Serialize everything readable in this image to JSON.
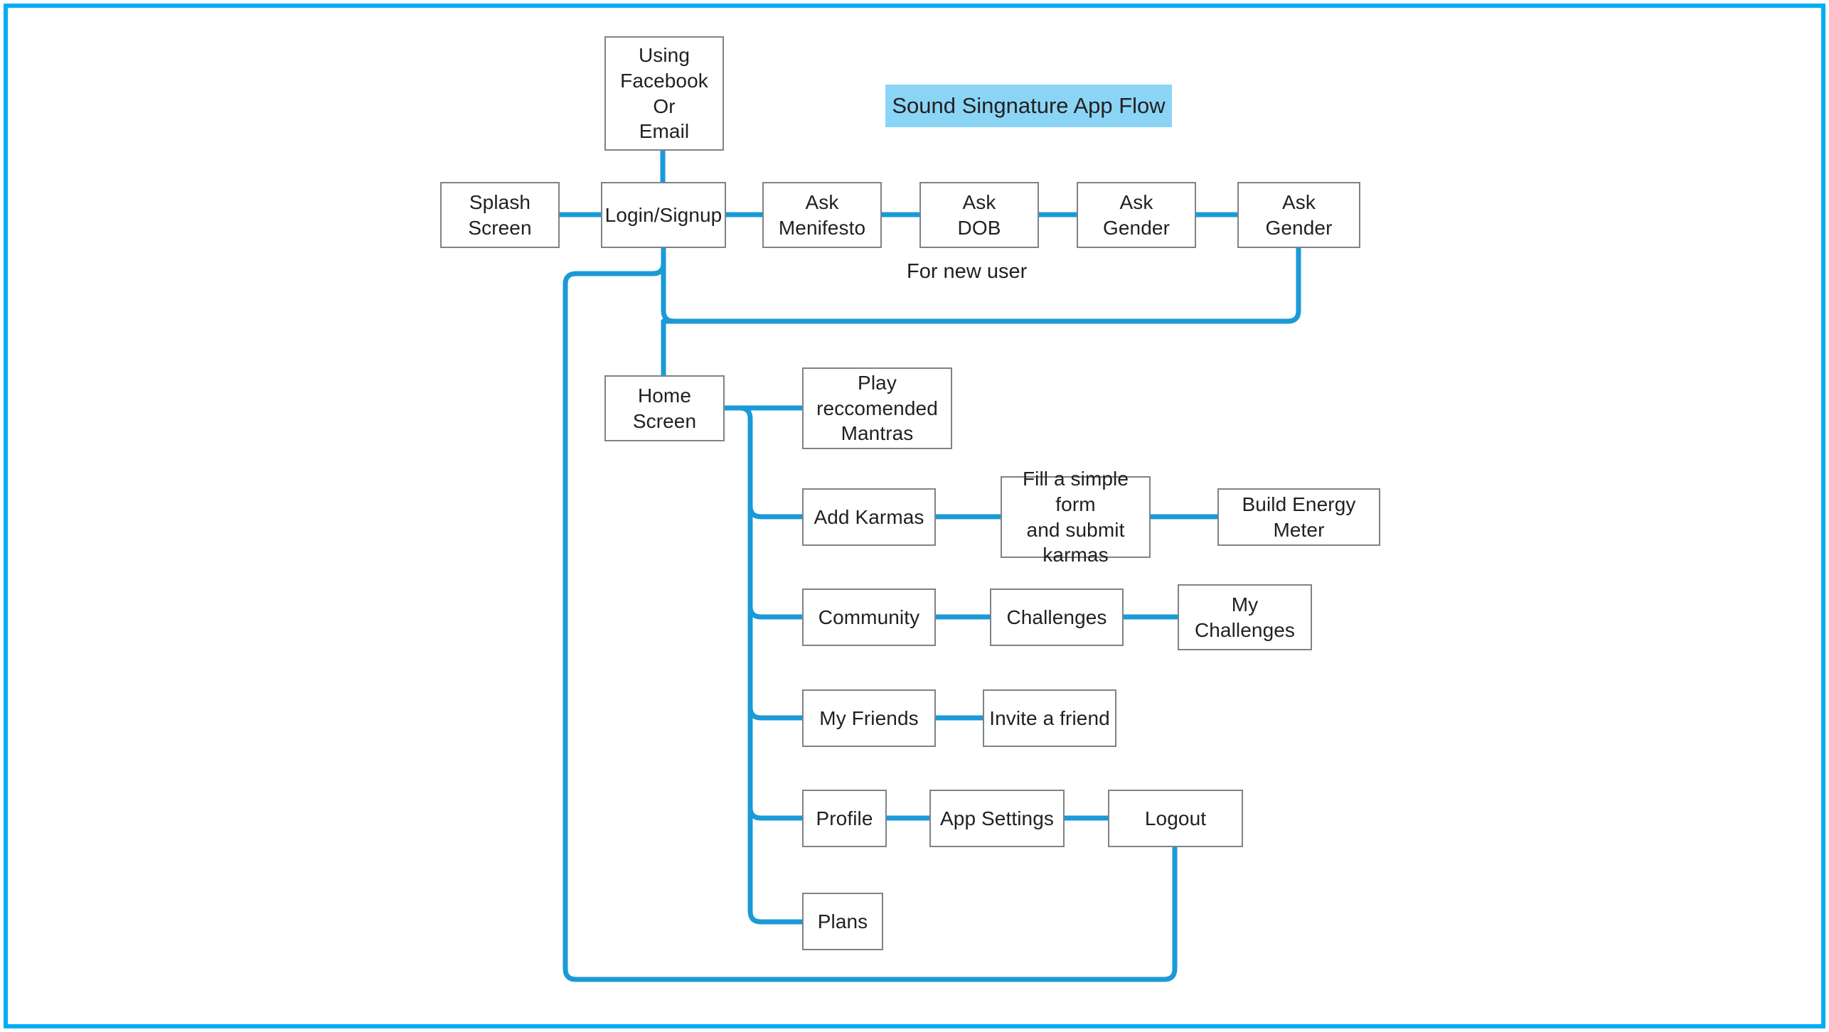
{
  "diagram": {
    "title": "Sound Singnature App Flow",
    "title_bg": "#8ad5f5",
    "frame_color": "#00adf5",
    "connector_color": "#1a9ad7",
    "node_border_color": "#808285",
    "labels": [
      {
        "id": "for-new-user",
        "text": "For new user"
      }
    ],
    "nodes": [
      {
        "id": "using-facebook-or-email",
        "text": "Using\nFacebook\nOr\nEmail"
      },
      {
        "id": "splash-screen",
        "text": "Splash\nScreen"
      },
      {
        "id": "login-signup",
        "text": "Login/Signup"
      },
      {
        "id": "ask-menifesto",
        "text": "Ask\nMenifesto"
      },
      {
        "id": "ask-dob",
        "text": "Ask\nDOB"
      },
      {
        "id": "ask-gender-1",
        "text": "Ask\nGender"
      },
      {
        "id": "ask-gender-2",
        "text": "Ask\nGender"
      },
      {
        "id": "home-screen",
        "text": "Home\nScreen"
      },
      {
        "id": "play-reccomended-mantras",
        "text": "Play\nreccomended\nMantras"
      },
      {
        "id": "add-karmas",
        "text": "Add Karmas"
      },
      {
        "id": "fill-a-simple-form-and-submit-karmas",
        "text": "Fill a simple form\nand submit\nkarmas"
      },
      {
        "id": "build-energy-meter",
        "text": "Build Energy\nMeter"
      },
      {
        "id": "community",
        "text": "Community"
      },
      {
        "id": "challenges",
        "text": "Challenges"
      },
      {
        "id": "my-challenges",
        "text": "My\nChallenges"
      },
      {
        "id": "my-friends",
        "text": "My Friends"
      },
      {
        "id": "invite-a-friend",
        "text": "Invite a friend"
      },
      {
        "id": "profile",
        "text": "Profile"
      },
      {
        "id": "app-settings",
        "text": "App Settings"
      },
      {
        "id": "logout",
        "text": "Logout"
      },
      {
        "id": "plans",
        "text": "Plans"
      }
    ],
    "edges": [
      {
        "from": "using-facebook-or-email",
        "to": "login-signup"
      },
      {
        "from": "splash-screen",
        "to": "login-signup"
      },
      {
        "from": "login-signup",
        "to": "ask-menifesto"
      },
      {
        "from": "ask-menifesto",
        "to": "ask-dob"
      },
      {
        "from": "ask-dob",
        "to": "ask-gender-1"
      },
      {
        "from": "ask-gender-1",
        "to": "ask-gender-2"
      },
      {
        "from": "ask-gender-2",
        "to": "home-screen"
      },
      {
        "from": "login-signup",
        "to": "home-screen"
      },
      {
        "from": "home-screen",
        "to": "play-reccomended-mantras"
      },
      {
        "from": "home-screen",
        "to": "add-karmas"
      },
      {
        "from": "add-karmas",
        "to": "fill-a-simple-form-and-submit-karmas"
      },
      {
        "from": "fill-a-simple-form-and-submit-karmas",
        "to": "build-energy-meter"
      },
      {
        "from": "home-screen",
        "to": "community"
      },
      {
        "from": "community",
        "to": "challenges"
      },
      {
        "from": "challenges",
        "to": "my-challenges"
      },
      {
        "from": "home-screen",
        "to": "my-friends"
      },
      {
        "from": "my-friends",
        "to": "invite-a-friend"
      },
      {
        "from": "home-screen",
        "to": "profile"
      },
      {
        "from": "profile",
        "to": "app-settings"
      },
      {
        "from": "app-settings",
        "to": "logout"
      },
      {
        "from": "home-screen",
        "to": "plans"
      },
      {
        "from": "logout",
        "to": "login-signup"
      }
    ]
  }
}
